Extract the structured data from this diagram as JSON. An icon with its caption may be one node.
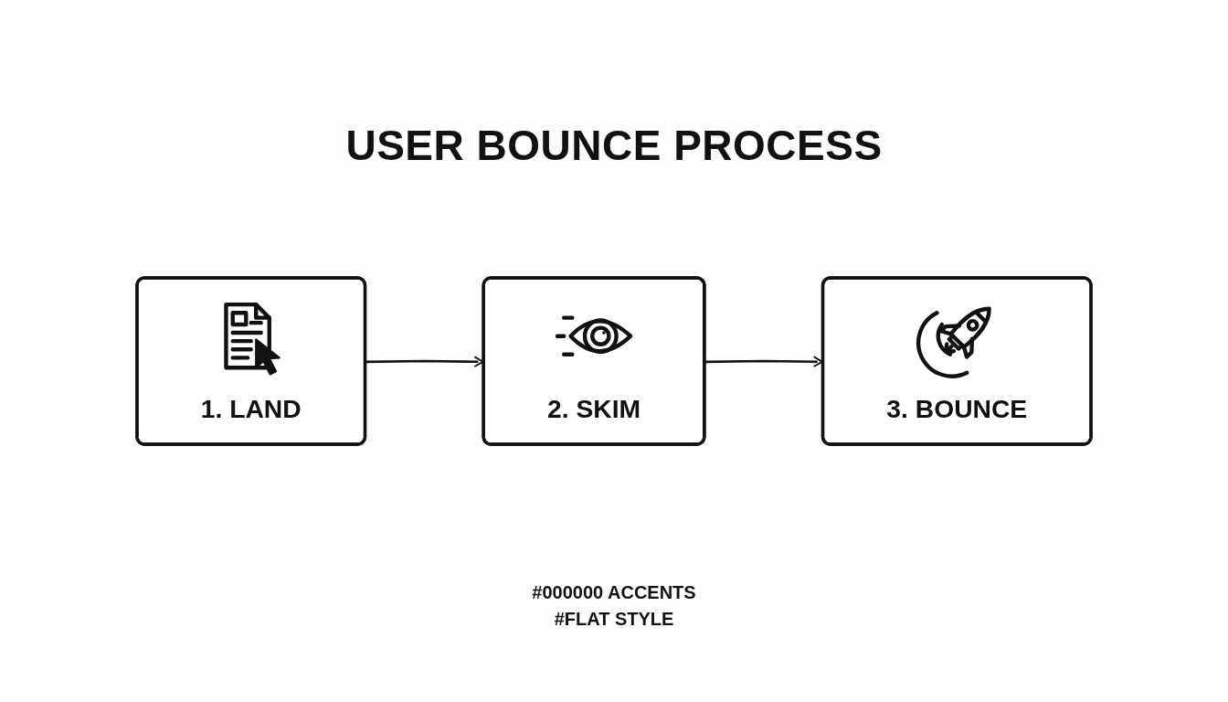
{
  "diagram": {
    "title": "USER BOUNCE PROCESS",
    "nodes": [
      {
        "text": [
          "1. LAND"
        ]
      },
      {
        "text": [
          "2. SKIM"
        ]
      },
      {
        "text": [
          "3. BOUNCE"
        ]
      }
    ],
    "edges": [
      {
        "from": 0,
        "to": 1,
        "arrow": "to"
      },
      {
        "from": 1,
        "to": 2,
        "arrow": "to"
      }
    ],
    "labels": [
      "#000000 ACCENTS",
      "#FLAT STYLE"
    ]
  }
}
